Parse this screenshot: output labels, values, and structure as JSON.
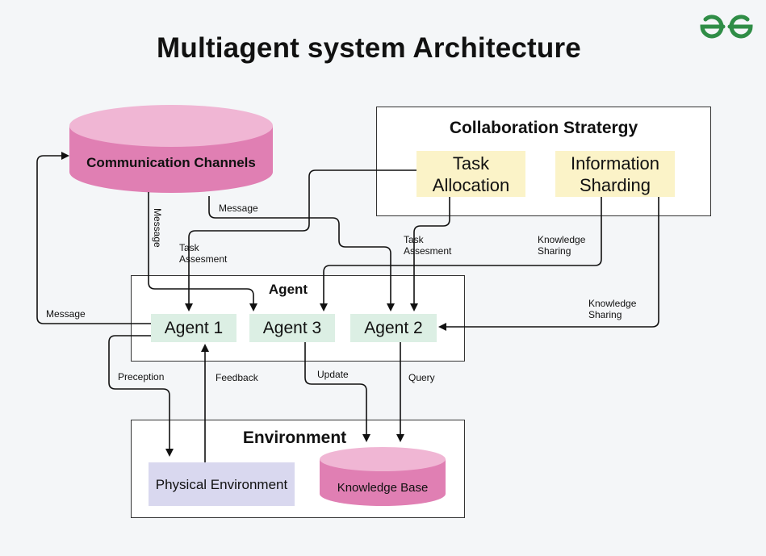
{
  "title": "Multiagent system Architecture",
  "logo": {
    "icon": "geeksforgeeks-logo",
    "color": "#2f8d46"
  },
  "communication": {
    "label": "Communication Channels",
    "color": "#e589b9"
  },
  "collaboration": {
    "title": "Collaboration Stratergy",
    "task_allocation": "Task Allocation",
    "information_sharding": "Information Sharding",
    "chip_color": "#fbf3c8"
  },
  "agent_group": {
    "title": "Agent",
    "agent1": "Agent 1",
    "agent3": "Agent 3",
    "agent2": "Agent 2",
    "chip_color": "#dcefe4"
  },
  "environment": {
    "title": "Environment",
    "physical": "Physical Environment",
    "knowledge_base": "Knowledge Base",
    "physical_color": "#d9d8ef"
  },
  "edges": {
    "message_left": "Message",
    "message_vertical": "Message",
    "message_top": "Message",
    "task_assessment_1": "Task Assesment",
    "task_assessment_2": "Task Assesment",
    "knowledge_sharing_1": "Knowledge Sharing",
    "knowledge_sharing_2": "Knowledge Sharing",
    "perception": "Preception",
    "feedback": "Feedback",
    "update": "Update",
    "query": "Query"
  }
}
